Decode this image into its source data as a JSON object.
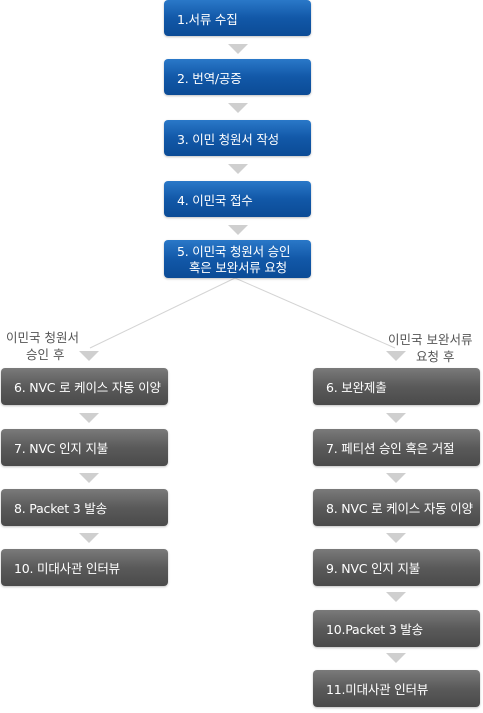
{
  "main_flow": [
    {
      "label": "1.서류 수집"
    },
    {
      "label": "2. 번역/공증"
    },
    {
      "label": "3. 이민 청원서 작성"
    },
    {
      "label": "4. 이민국 접수"
    },
    {
      "label_line1": "5. 이민국 청원서 승인",
      "label_line2": "혹은 보완서류 요청"
    }
  ],
  "left_branch": {
    "condition_line1": "이민국 청원서",
    "condition_line2": "승인 후",
    "steps": [
      {
        "label": "6. NVC 로 케이스 자동 이양"
      },
      {
        "label": "7. NVC 인지 지불"
      },
      {
        "label": "8. Packet 3 발송"
      },
      {
        "label": "10. 미대사관 인터뷰"
      }
    ]
  },
  "right_branch": {
    "condition_line1": "이민국 보완서류",
    "condition_line2": "요청 후",
    "steps": [
      {
        "label": "6. 보완제출"
      },
      {
        "label": "7. 페티션 승인 혹은 거절"
      },
      {
        "label": "8. NVC 로 케이스 자동 이양"
      },
      {
        "label": "9. NVC 인지 지불"
      },
      {
        "label": "10.Packet 3 발송"
      },
      {
        "label": "11.미대사관 인터뷰"
      }
    ]
  },
  "colors": {
    "main_box": "#1a63b4",
    "branch_box": "#5e5e5e",
    "arrow": "#cfcfcf",
    "connector": "#d4d4d4",
    "condition_text": "#555555"
  }
}
